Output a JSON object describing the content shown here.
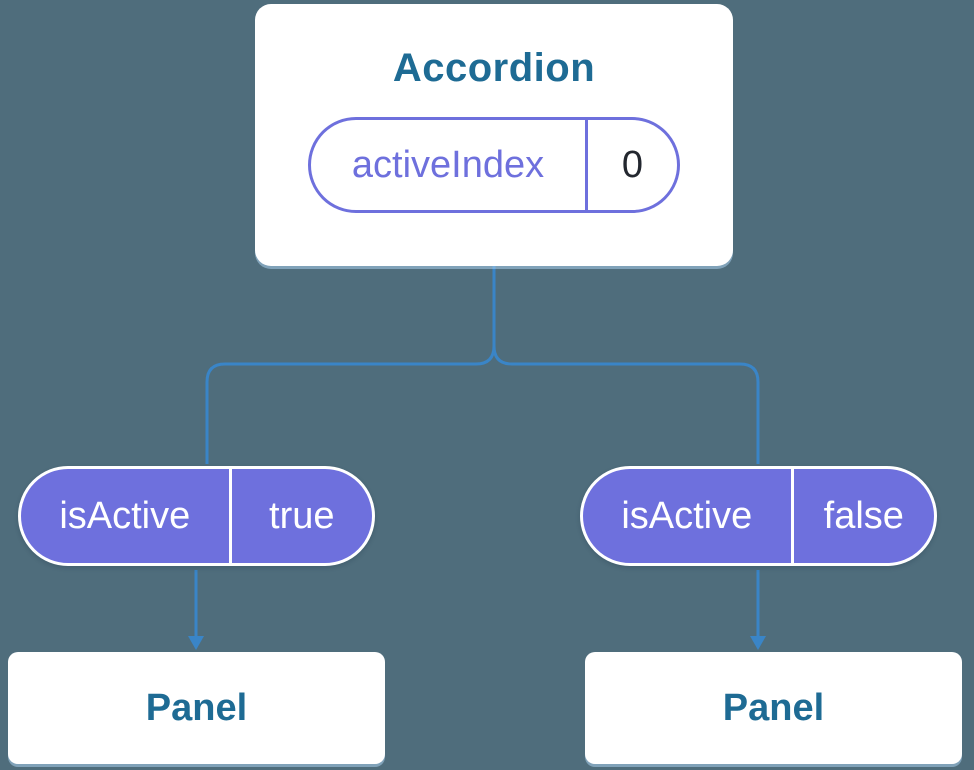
{
  "diagram": {
    "root": {
      "title": "Accordion",
      "prop_name": "activeIndex",
      "prop_value": "0"
    },
    "children": [
      {
        "prop_name": "isActive",
        "prop_value": "true",
        "label": "Panel"
      },
      {
        "prop_name": "isActive",
        "prop_value": "false",
        "label": "Panel"
      }
    ]
  },
  "colors": {
    "background": "#4f6d7c",
    "node_background": "#ffffff",
    "heading_text": "#1e6b94",
    "state_purple": "#6e70dd",
    "value_text": "#23272f",
    "connector_blue": "#3a85c7",
    "pill_text": "#ffffff"
  }
}
